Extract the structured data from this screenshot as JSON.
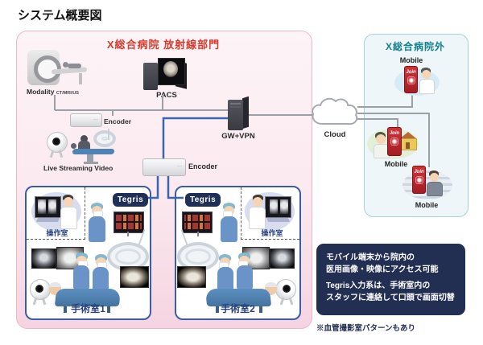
{
  "page": {
    "title": "システム概要図",
    "footnote": "※血管撮影室パターンもあり"
  },
  "hospital": {
    "title": "X総合病院 放射線部門",
    "modality": {
      "label": "Modality",
      "sublabel": "CT/MRI/US"
    },
    "pacs": {
      "label": "PACS"
    },
    "encoder_top": {
      "label": "Encoder"
    },
    "live_streaming": {
      "label": "Live Streaming Video"
    },
    "encoder_or": {
      "label": "Encoder"
    },
    "gateway": {
      "label": "GW+VPN"
    },
    "rooms": [
      {
        "name": "手術室1",
        "tegris_label": "Tegris",
        "control_room_label": "操作室"
      },
      {
        "name": "手術室2",
        "tegris_label": "Tegris",
        "control_room_label": "操作室"
      }
    ]
  },
  "outside": {
    "title": "X総合病院外",
    "cloud_label": "Cloud",
    "mobiles": [
      {
        "label": "Mobile",
        "app_label": "Join"
      },
      {
        "label": "Mobile",
        "app_label": "Join"
      },
      {
        "label": "Mobile",
        "app_label": "Join"
      }
    ]
  },
  "info_box": {
    "line1": "モバイル端末から院内の",
    "line2": "医用画像・映像にアクセス可能",
    "line3": "Tegris入力系は、手術室内の",
    "line4": "スタッフに連絡して口頭で画面切替"
  },
  "colors": {
    "accent_red": "#d93a2b",
    "accent_teal": "#12808a",
    "navy": "#27407c",
    "badge_navy": "#1f2f55",
    "info_navy": "#232f52",
    "line_gray": "#9aa0a6",
    "line_blue": "#3b66ad",
    "phone_red": "#c5252c",
    "pink_border": "#f1b5c6",
    "teal_border": "#a7d2da"
  }
}
